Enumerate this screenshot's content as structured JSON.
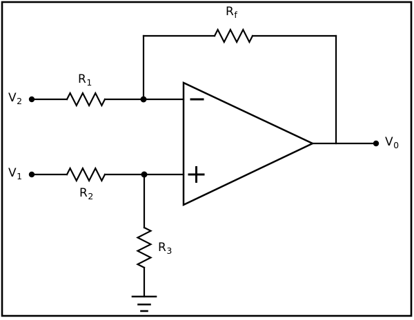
{
  "diagram": {
    "type": "circuit-schematic",
    "subject": "op-amp difference amplifier"
  },
  "colors": {
    "line": "#000000",
    "background": "#ffffff"
  },
  "labels": {
    "v2": {
      "base": "V",
      "sub": "2"
    },
    "v1": {
      "base": "V",
      "sub": "1"
    },
    "r1": {
      "base": "R",
      "sub": "1"
    },
    "r2": {
      "base": "R",
      "sub": "2"
    },
    "r3": {
      "base": "R",
      "sub": "3"
    },
    "rf": {
      "base": "R",
      "sub": "f"
    },
    "v0": {
      "base": "V",
      "sub": "0"
    }
  },
  "opamp": {
    "inverting_label": "−",
    "noninverting_label": "+"
  },
  "components": {
    "resistors": [
      "R1",
      "R2",
      "R3",
      "Rf"
    ],
    "terminals": [
      "V2",
      "V1",
      "V0"
    ],
    "ground": "GND"
  }
}
